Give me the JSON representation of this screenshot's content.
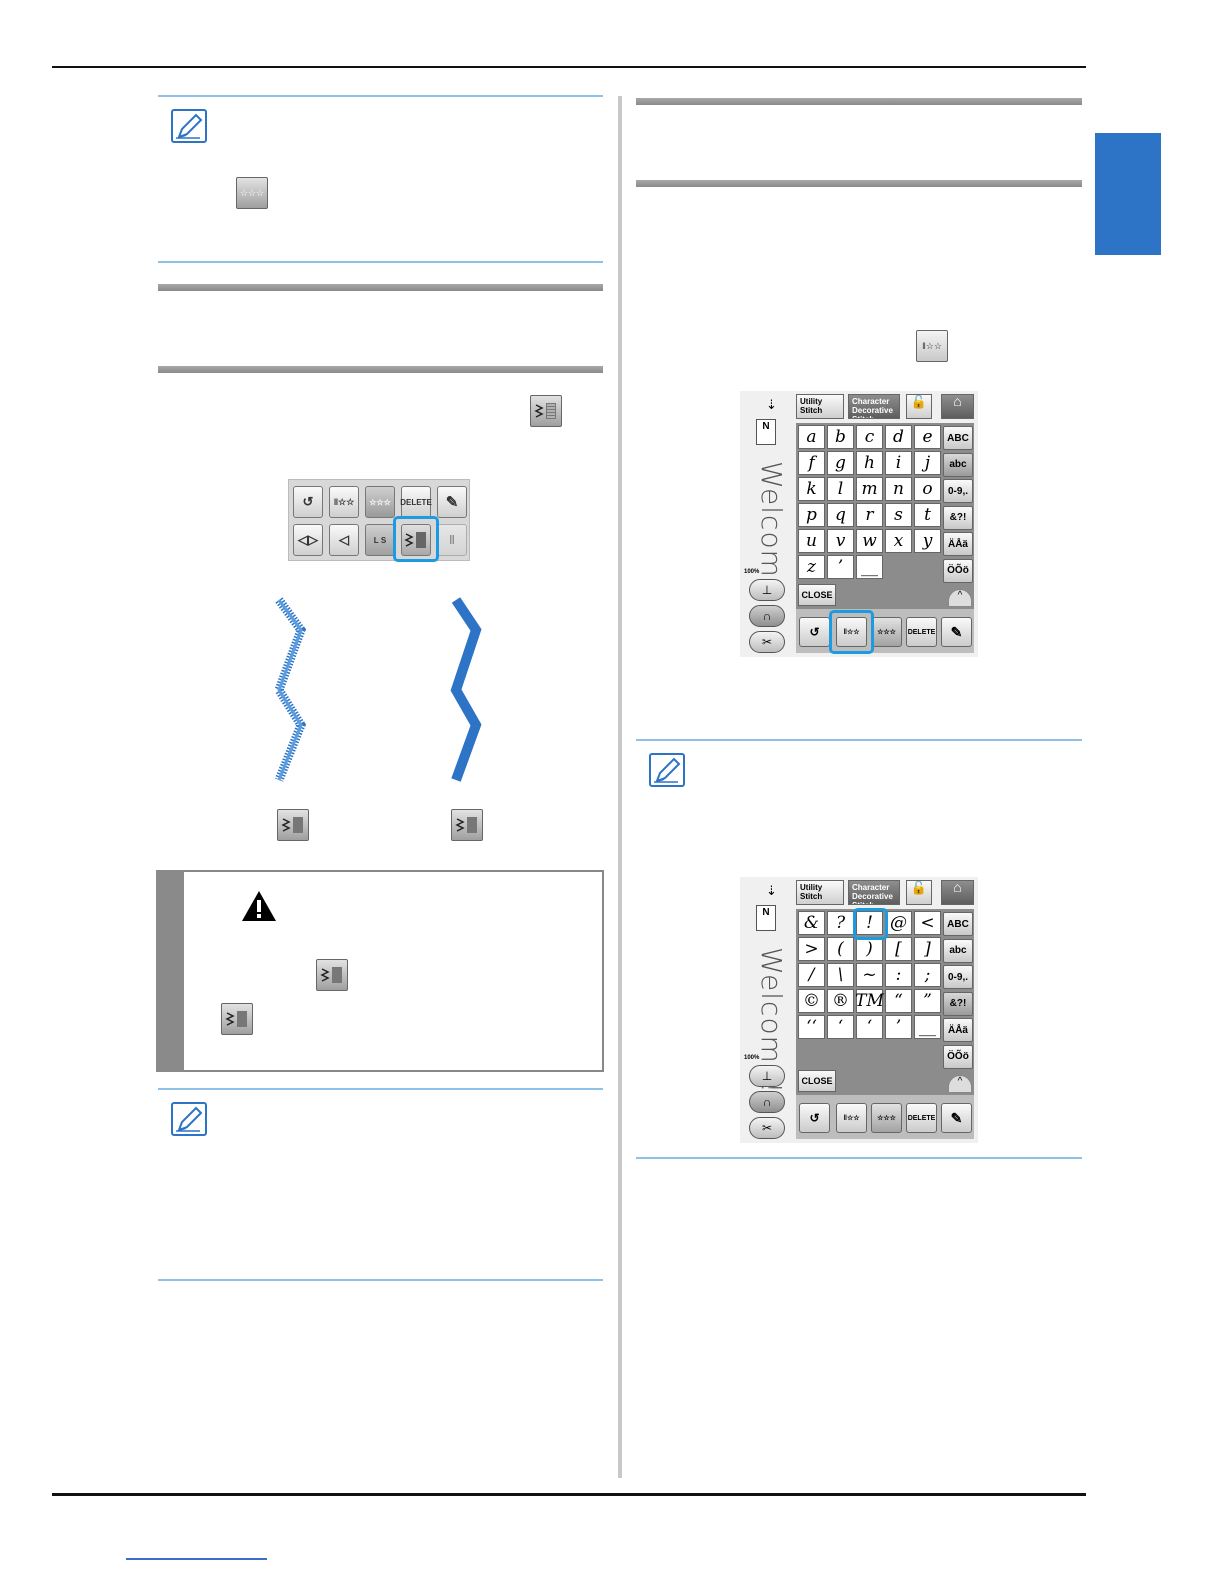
{
  "left_panel": {
    "delete_label": "DELETE",
    "l_label": "L",
    "s_label": "S"
  },
  "screen_common": {
    "tab_utility": "Utility Stitch",
    "tab_character": "Character Decorative Stitch",
    "foot_letter": "N",
    "percent": "100%",
    "close_label": "CLOSE",
    "delete_label": "DELETE",
    "side_buttons": [
      "ABC",
      "abc",
      "0-9,.",
      "&?!",
      "ÄÅä",
      "ÖÕö"
    ]
  },
  "screen1": {
    "preview_text": "Welcome",
    "active_side": 1,
    "chars": [
      "a",
      "b",
      "c",
      "d",
      "e",
      "f",
      "g",
      "h",
      "i",
      "j",
      "k",
      "l",
      "m",
      "n",
      "o",
      "p",
      "q",
      "r",
      "s",
      "t",
      "u",
      "v",
      "w",
      "x",
      "y",
      "z",
      "’",
      "__"
    ]
  },
  "screen2": {
    "preview_text": "Welcome!",
    "active_side": 3,
    "chars": [
      "&",
      "?",
      "!",
      "@",
      "<",
      ">",
      "(",
      ")",
      "[",
      "]",
      "/",
      "\\",
      "~",
      ":",
      ";",
      "©",
      "®",
      "TM",
      "“",
      "”",
      "‘‘",
      "‘",
      "‘",
      "’",
      "__"
    ]
  },
  "colors": {
    "accent_blue": "#2d73c6",
    "highlight": "#1d9be0",
    "rule_blue": "#8fc1e6"
  }
}
